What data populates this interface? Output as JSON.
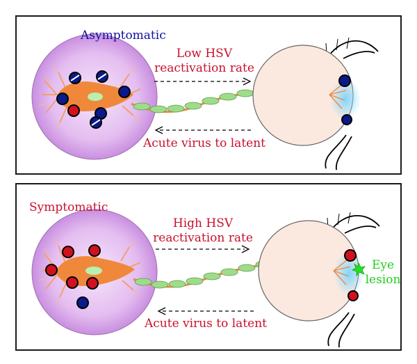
{
  "panels": [
    {
      "state_label": "Asymptomatic",
      "state_color": "#1010a0",
      "forward_label_line1": "Low HSV",
      "forward_label_line2": "reactivation rate",
      "backward_label": "Acute virus to latent",
      "eye_lesion_label": ""
    },
    {
      "state_label": "Symptomatic",
      "state_color": "#c8102e",
      "forward_label_line1": "High HSV",
      "forward_label_line2": "reactivation rate",
      "backward_label": "Acute virus to latent",
      "eye_lesion_label_line1": "Eye",
      "eye_lesion_label_line2": "lesion"
    }
  ],
  "colors": {
    "arrow_text": "#c8102e",
    "lesion_text": "#22cc22",
    "ganglion_fill": "#d9a3e8",
    "neuron": "#f0883c",
    "axon_segment": "#9fdc8a",
    "eye_fill": "#fbe9e0",
    "latent_virus": "#0a1a8c",
    "active_virus": "#d0121e"
  },
  "icons": [
    "neuron-icon",
    "eye-icon",
    "virus-icon",
    "lesion-star-icon"
  ]
}
